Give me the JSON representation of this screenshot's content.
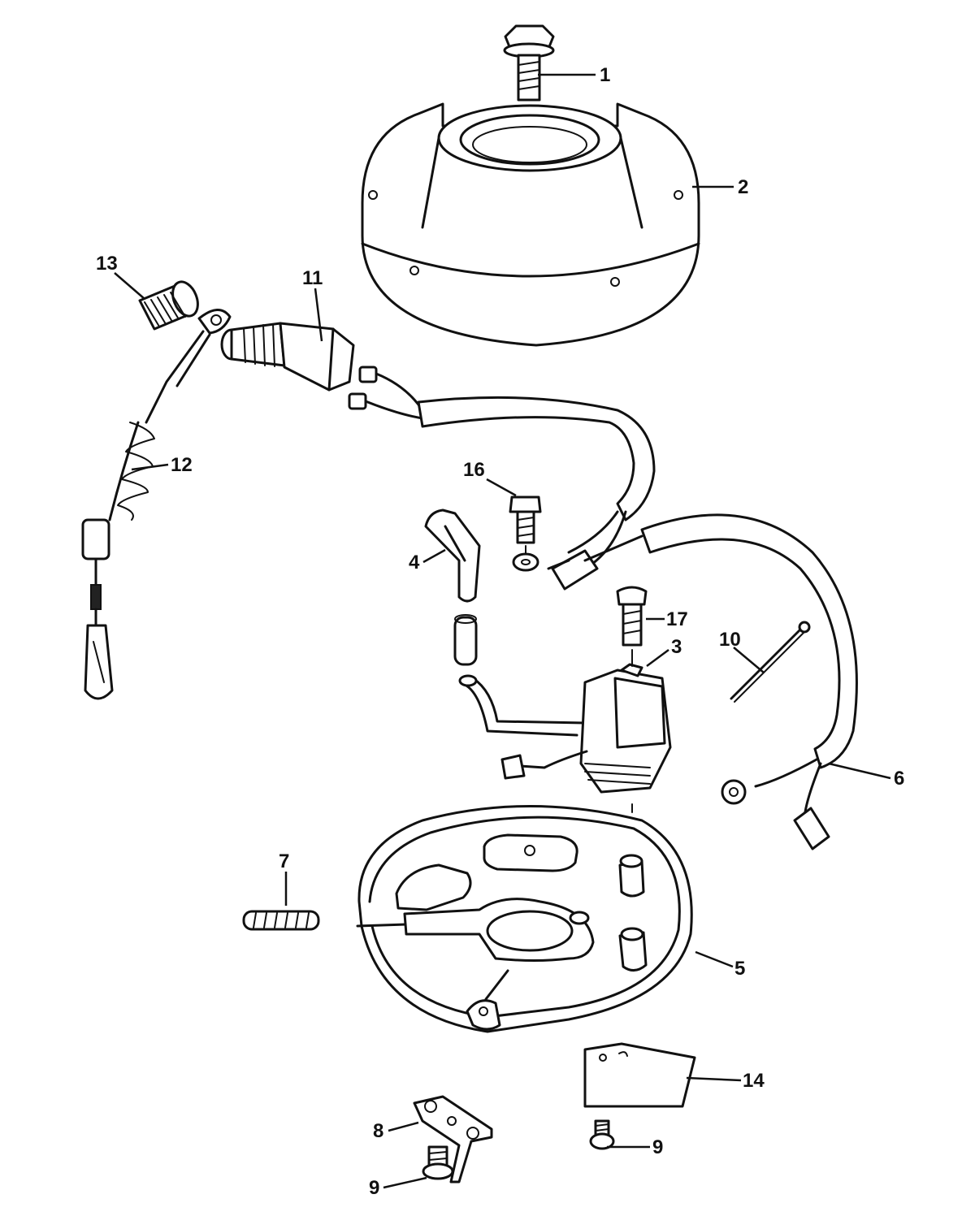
{
  "callouts": [
    {
      "id": "1",
      "label": "1"
    },
    {
      "id": "2",
      "label": "2"
    },
    {
      "id": "3",
      "label": "3"
    },
    {
      "id": "4",
      "label": "4"
    },
    {
      "id": "5",
      "label": "5"
    },
    {
      "id": "6",
      "label": "6"
    },
    {
      "id": "7",
      "label": "7"
    },
    {
      "id": "8",
      "label": "8"
    },
    {
      "id": "9a",
      "label": "9"
    },
    {
      "id": "9b",
      "label": "9"
    },
    {
      "id": "10",
      "label": "10"
    },
    {
      "id": "11",
      "label": "11"
    },
    {
      "id": "12",
      "label": "12"
    },
    {
      "id": "13",
      "label": "13"
    },
    {
      "id": "14",
      "label": "14"
    },
    {
      "id": "16",
      "label": "16"
    },
    {
      "id": "17",
      "label": "17"
    }
  ]
}
